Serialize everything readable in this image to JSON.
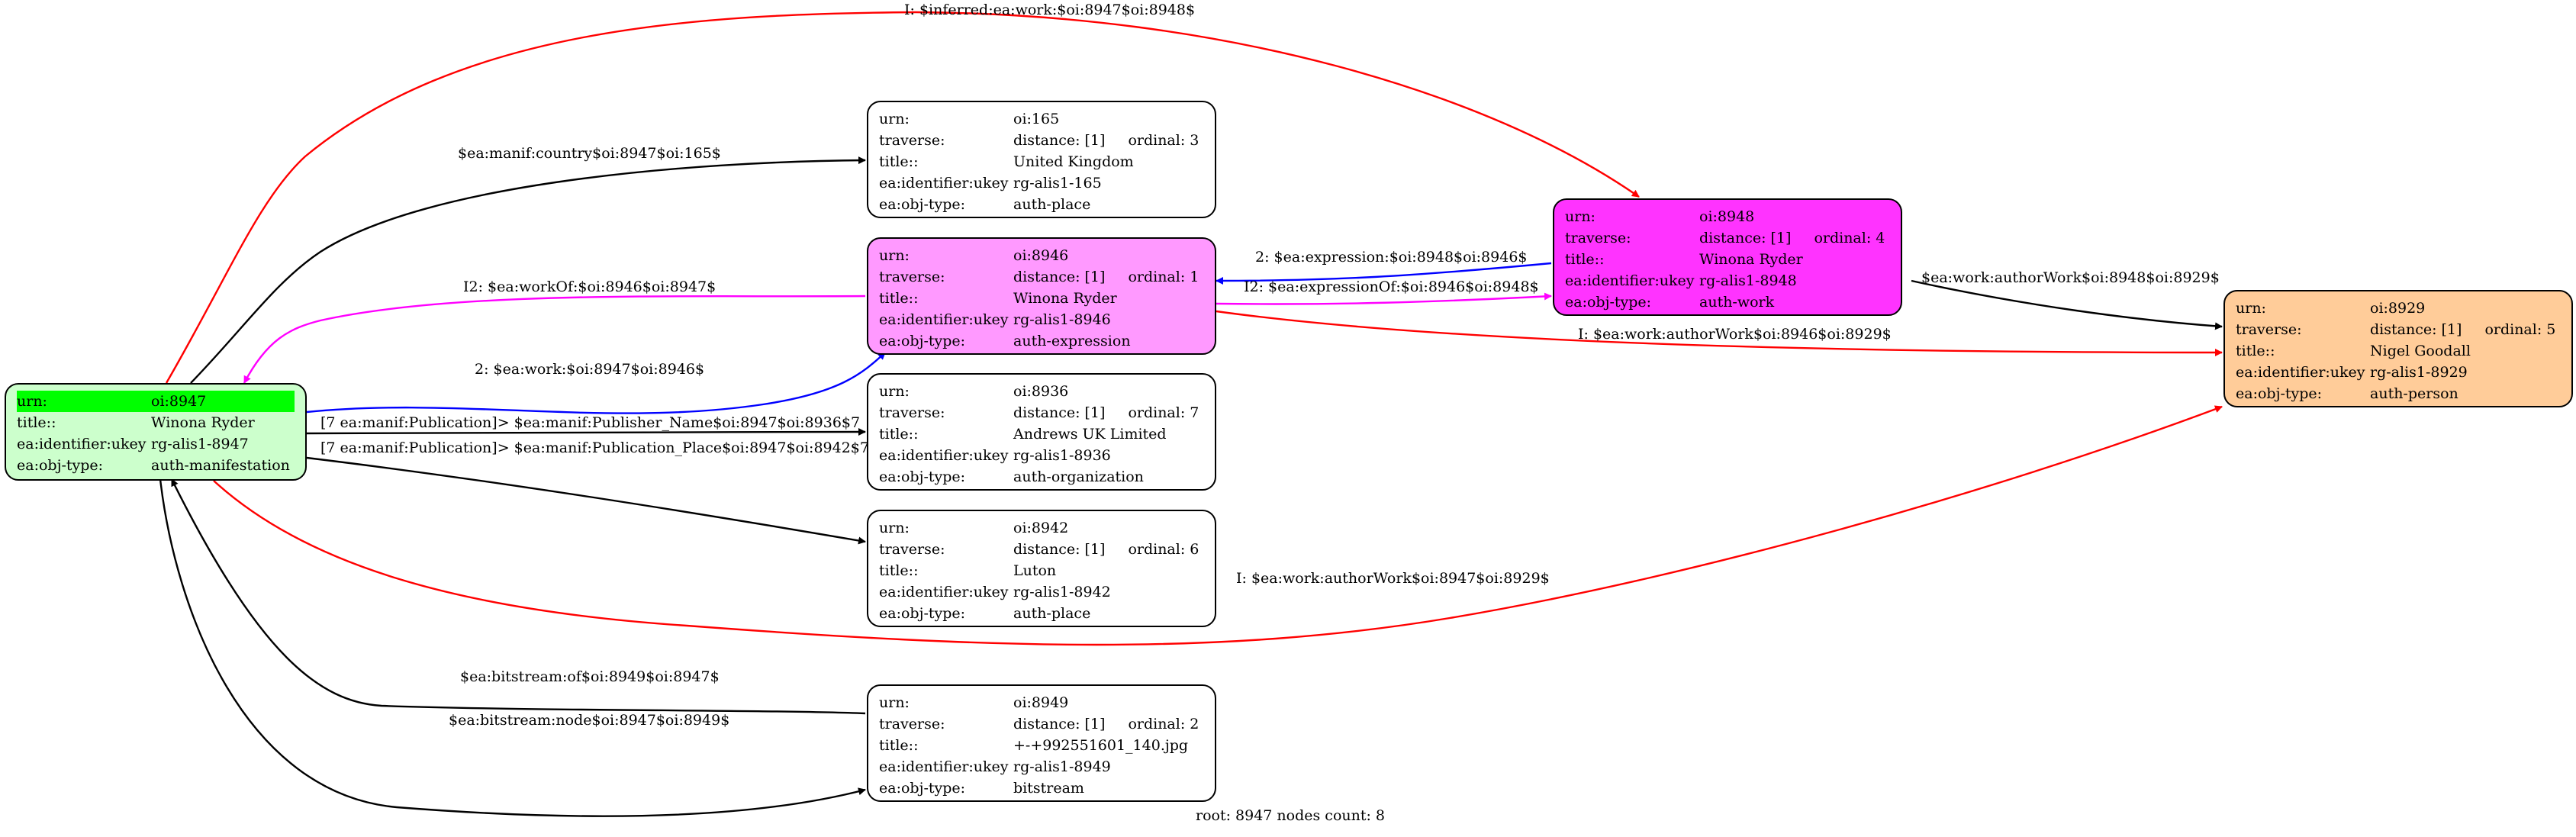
{
  "diagram": {
    "caption": "root: 8947 nodes count: 8",
    "colors": {
      "root_fill": "#ccffcc",
      "root_highlight": "#00ff00",
      "expression_fill": "#ff99ff",
      "work_fill": "#ff33ff",
      "person_fill": "#ffcc99",
      "default_fill": "#ffffff",
      "edge_black": "#000000",
      "edge_red": "#ff0000",
      "edge_blue": "#0000ff",
      "edge_magenta": "#ff00ff"
    },
    "nodes": {
      "n8947": {
        "rows": [
          {
            "k": "urn:",
            "v": "oi:8947"
          },
          {
            "k": "title::",
            "v": "Winona Ryder"
          },
          {
            "k": "ea:identifier:ukey",
            "v": "rg-alis1-8947"
          },
          {
            "k": "ea:obj-type:",
            "v": "auth-manifestation"
          }
        ]
      },
      "n165": {
        "rows": [
          {
            "k": "urn:",
            "v": "oi:165"
          },
          {
            "k": "traverse:",
            "v": "distance: [1]",
            "v2": "ordinal: 3"
          },
          {
            "k": "title::",
            "v": "United Kingdom"
          },
          {
            "k": "ea:identifier:ukey",
            "v": "rg-alis1-165"
          },
          {
            "k": "ea:obj-type:",
            "v": "auth-place"
          }
        ]
      },
      "n8946": {
        "rows": [
          {
            "k": "urn:",
            "v": "oi:8946"
          },
          {
            "k": "traverse:",
            "v": "distance: [1]",
            "v2": "ordinal: 1"
          },
          {
            "k": "title::",
            "v": "Winona Ryder"
          },
          {
            "k": "ea:identifier:ukey",
            "v": "rg-alis1-8946"
          },
          {
            "k": "ea:obj-type:",
            "v": "auth-expression"
          }
        ]
      },
      "n8936": {
        "rows": [
          {
            "k": "urn:",
            "v": "oi:8936"
          },
          {
            "k": "traverse:",
            "v": "distance: [1]",
            "v2": "ordinal: 7"
          },
          {
            "k": "title::",
            "v": "Andrews UK Limited"
          },
          {
            "k": "ea:identifier:ukey",
            "v": "rg-alis1-8936"
          },
          {
            "k": "ea:obj-type:",
            "v": "auth-organization"
          }
        ]
      },
      "n8942": {
        "rows": [
          {
            "k": "urn:",
            "v": "oi:8942"
          },
          {
            "k": "traverse:",
            "v": "distance: [1]",
            "v2": "ordinal: 6"
          },
          {
            "k": "title::",
            "v": "Luton"
          },
          {
            "k": "ea:identifier:ukey",
            "v": "rg-alis1-8942"
          },
          {
            "k": "ea:obj-type:",
            "v": "auth-place"
          }
        ]
      },
      "n8949": {
        "rows": [
          {
            "k": "urn:",
            "v": "oi:8949"
          },
          {
            "k": "traverse:",
            "v": "distance: [1]",
            "v2": "ordinal: 2"
          },
          {
            "k": "title::",
            "v": "+-+992551601_140.jpg"
          },
          {
            "k": "ea:identifier:ukey",
            "v": "rg-alis1-8949"
          },
          {
            "k": "ea:obj-type:",
            "v": "bitstream"
          }
        ]
      },
      "n8948": {
        "rows": [
          {
            "k": "urn:",
            "v": "oi:8948"
          },
          {
            "k": "traverse:",
            "v": "distance: [1]",
            "v2": "ordinal: 4"
          },
          {
            "k": "title::",
            "v": "Winona Ryder"
          },
          {
            "k": "ea:identifier:ukey",
            "v": "rg-alis1-8948"
          },
          {
            "k": "ea:obj-type:",
            "v": "auth-work"
          }
        ]
      },
      "n8929": {
        "rows": [
          {
            "k": "urn:",
            "v": "oi:8929"
          },
          {
            "k": "traverse:",
            "v": "distance: [1]",
            "v2": "ordinal: 5"
          },
          {
            "k": "title::",
            "v": "Nigel Goodall"
          },
          {
            "k": "ea:identifier:ukey",
            "v": "rg-alis1-8929"
          },
          {
            "k": "ea:obj-type:",
            "v": "auth-person"
          }
        ]
      }
    },
    "edges": {
      "inferred_work": "I: $inferred:ea:work:$oi:8947$oi:8948$",
      "manif_country": "$ea:manif:country$oi:8947$oi:165$",
      "workof": "I2: $ea:workOf:$oi:8946$oi:8947$",
      "work": "2: $ea:work:$oi:8947$oi:8946$",
      "publisher": "[7 ea:manif:Publication]> $ea:manif:Publisher_Name$oi:8947$oi:8936$7",
      "pub_place": "[7 ea:manif:Publication]> $ea:manif:Publication_Place$oi:8947$oi:8942$7",
      "authorwork_8947": "I: $ea:work:authorWork$oi:8947$oi:8929$",
      "bitstream_of": "$ea:bitstream:of$oi:8949$oi:8947$",
      "bitstream_node": "$ea:bitstream:node$oi:8947$oi:8949$",
      "expression": "2: $ea:expression:$oi:8948$oi:8946$",
      "expressionof": "I2: $ea:expressionOf:$oi:8946$oi:8948$",
      "authorwork_8946": "I: $ea:work:authorWork$oi:8946$oi:8929$",
      "authorwork_8948": "$ea:work:authorWork$oi:8948$oi:8929$"
    }
  }
}
